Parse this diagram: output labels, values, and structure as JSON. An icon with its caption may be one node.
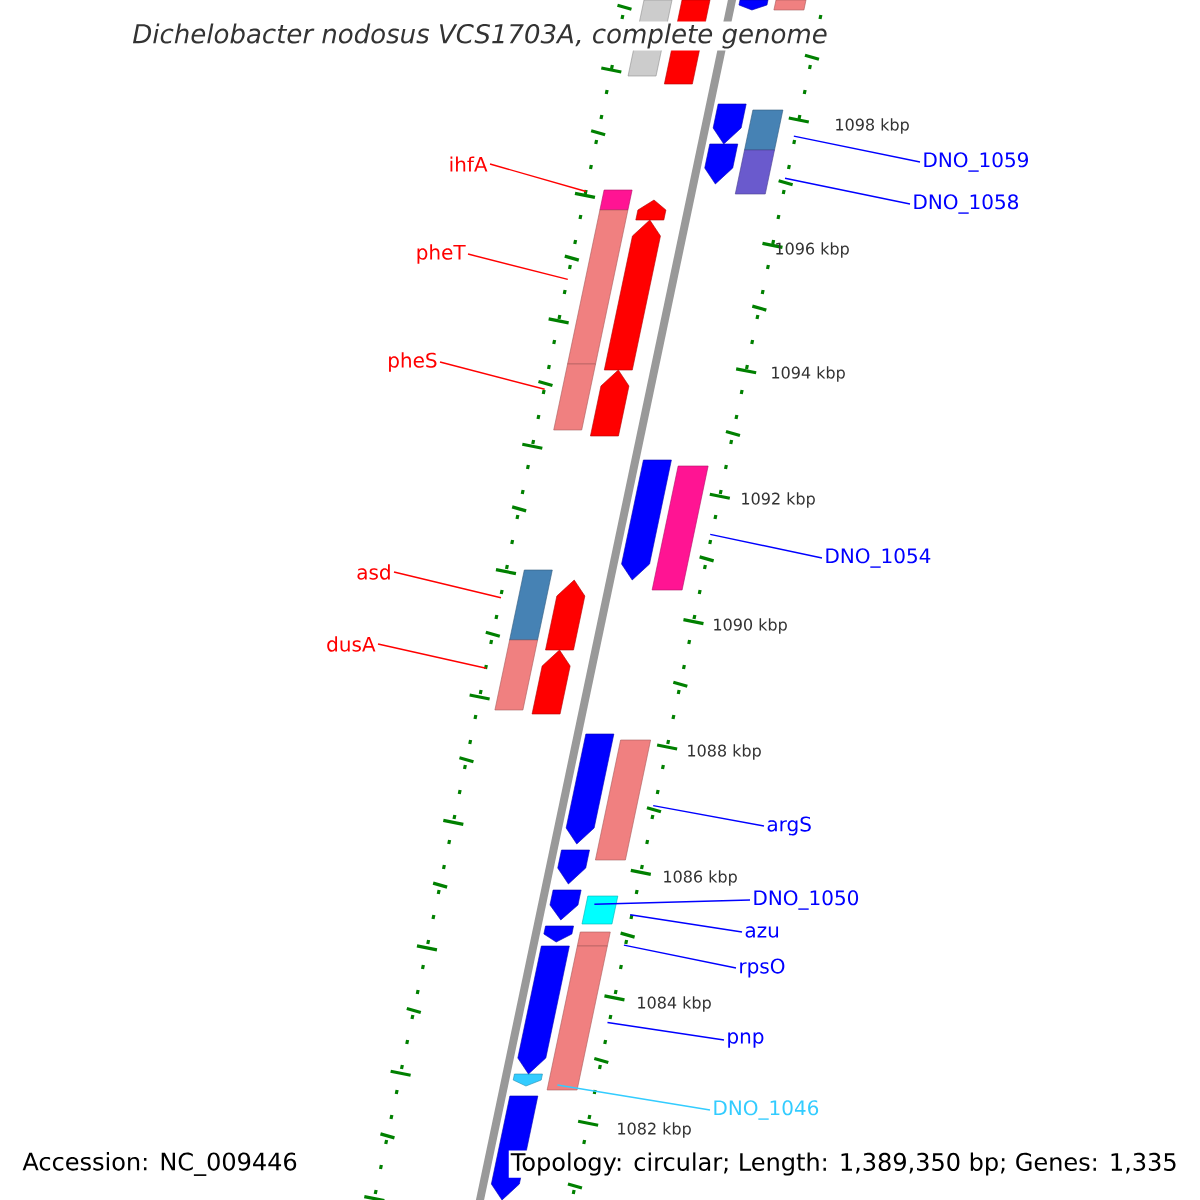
{
  "diagram": {
    "title": "Dichelobacter nodosus VCS1703A, complete genome",
    "nodes": [
      {
        "text": [
          "ihfA"
        ]
      },
      {
        "text": [],
        "shape": "bar"
      },
      {
        "text": [
          "pheT"
        ]
      },
      {
        "text": [],
        "shape": "bar"
      },
      {
        "text": [
          "pheS"
        ]
      },
      {
        "text": [],
        "shape": "bar"
      },
      {
        "text": [
          "DNO_1059"
        ]
      },
      {
        "text": [],
        "shape": "bar"
      },
      {
        "text": [
          "DNO_1058"
        ]
      },
      {
        "text": [],
        "shape": "bar"
      },
      {
        "text": [
          "DNO_1054"
        ]
      },
      {
        "text": [],
        "shape": "bar"
      },
      {
        "text": [
          "asd"
        ]
      },
      {
        "text": [],
        "shape": "bar"
      },
      {
        "text": [
          "dusA"
        ]
      },
      {
        "text": [],
        "shape": "bar"
      },
      {
        "text": [
          "argS"
        ]
      },
      {
        "text": [],
        "shape": "bar"
      },
      {
        "text": [
          "DNO_1050"
        ]
      },
      {
        "text": [],
        "shape": "bar"
      },
      {
        "text": [
          "azu"
        ]
      },
      {
        "text": [],
        "shape": "bar"
      },
      {
        "text": [
          "rpsO"
        ]
      },
      {
        "text": [],
        "shape": "bar"
      },
      {
        "text": [
          "pnp"
        ]
      },
      {
        "text": [],
        "shape": "bar"
      },
      {
        "text": [
          "DNO_1046"
        ]
      },
      {
        "text": [],
        "shape": "bar"
      },
      {
        "text": [],
        "shape": "bar"
      },
      {
        "text": [],
        "shape": "bar"
      },
      {
        "text": [],
        "shape": "bar"
      },
      {
        "text": [],
        "shape": "bar"
      },
      {
        "text": [],
        "shape": "bar"
      },
      {
        "text": [],
        "shape": "bar"
      },
      {
        "text": [],
        "shape": "bar"
      },
      {
        "text": [],
        "shape": "bar"
      },
      {
        "text": [],
        "shape": "bar"
      },
      {
        "text": [],
        "shape": "bar"
      },
      {
        "text": [],
        "shape": "bar"
      },
      {
        "text": [],
        "shape": "bar"
      },
      {
        "text": [],
        "shape": "bar"
      },
      {
        "text": [],
        "shape": "bar"
      },
      {
        "text": [],
        "shape": "bar"
      },
      {
        "text": [],
        "shape": "bar"
      },
      {
        "text": [],
        "shape": "bar"
      }
    ],
    "edges": [
      {
        "from": 0,
        "to": 1,
        "arrow": "none",
        "color": "#ff0000"
      },
      {
        "from": 2,
        "to": 3,
        "arrow": "none",
        "color": "#ff0000"
      },
      {
        "from": 4,
        "to": 5,
        "arrow": "none",
        "color": "#ff0000"
      },
      {
        "from": 6,
        "to": 7,
        "arrow": "none"
      },
      {
        "from": 8,
        "to": 9,
        "arrow": "none"
      },
      {
        "from": 10,
        "to": 11,
        "arrow": "none"
      },
      {
        "from": 12,
        "to": 13,
        "arrow": "none",
        "color": "#ff0000"
      },
      {
        "from": 14,
        "to": 15,
        "arrow": "none",
        "color": "#ff0000"
      },
      {
        "from": 16,
        "to": 17,
        "arrow": "none"
      },
      {
        "from": 18,
        "to": 19,
        "arrow": "none"
      },
      {
        "from": 20,
        "to": 21,
        "arrow": "none"
      },
      {
        "from": 22,
        "to": 23,
        "arrow": "none"
      },
      {
        "from": 24,
        "to": 25,
        "arrow": "none"
      },
      {
        "from": 26,
        "to": 27,
        "arrow": "none",
        "color": "#33ccff"
      }
    ],
    "labels": [
      "1098 kbp",
      "1096 kbp",
      "1094 kbp",
      "1092 kbp",
      "1090 kbp",
      "1088 kbp",
      "1086 kbp",
      "1084 kbp",
      "1082 kbp",
      "Accession: NC_009446",
      "Topology: circular; Length: 1,389,350 bp; Genes: 1,335"
    ]
  }
}
